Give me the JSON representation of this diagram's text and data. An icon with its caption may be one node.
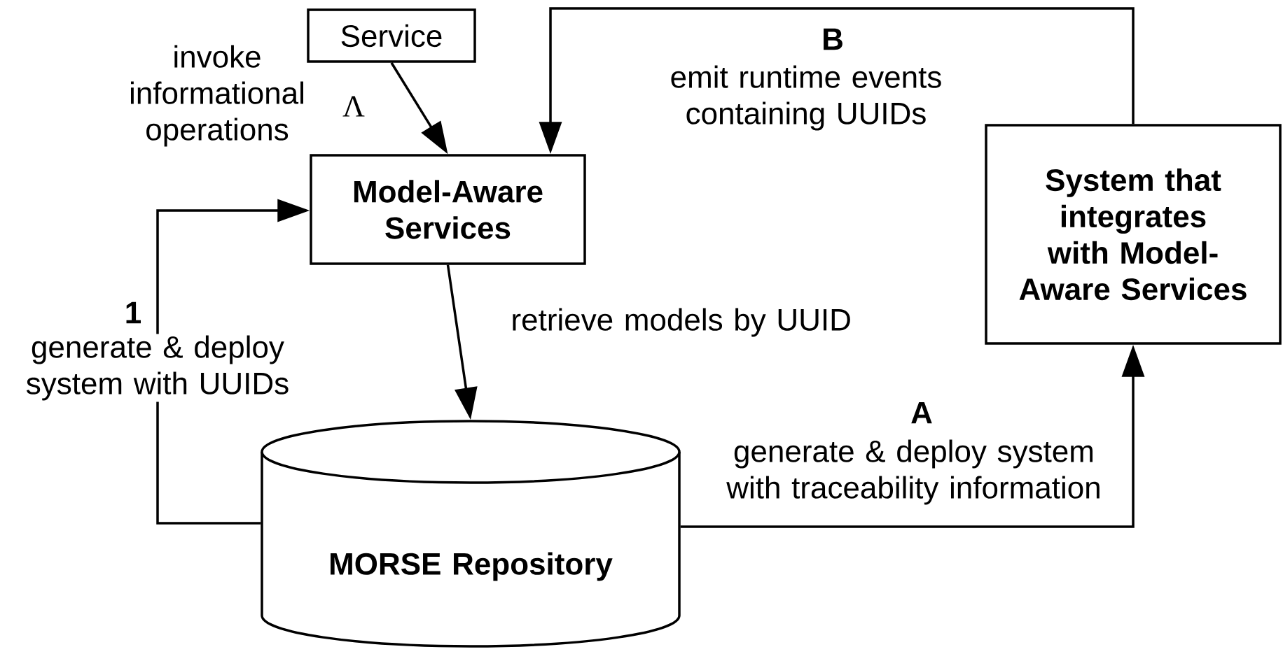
{
  "diagram": {
    "nodes": [
      {
        "text": [
          "Service"
        ]
      },
      {
        "text": [
          "Model-Aware Services"
        ]
      },
      {
        "text": [
          "System that integrates with Model-Aware Services"
        ]
      },
      {
        "text": [
          "MORSE Repository"
        ]
      }
    ],
    "edges": [
      {
        "from": 0,
        "to": 1,
        "arrow": "to",
        "label": "invoke informational operations"
      },
      {
        "from": 3,
        "to": 1,
        "arrow": "to",
        "label": "generate & deploy system with UUIDs"
      },
      {
        "from": 1,
        "to": 3,
        "arrow": "to",
        "label": "retrieve models by UUID"
      },
      {
        "from": 3,
        "to": 2,
        "arrow": "to",
        "label": "generate & deploy system with traceability information"
      },
      {
        "from": 2,
        "to": 1,
        "arrow": "to",
        "label": "emit runtime events containing UUIDs"
      }
    ],
    "labels": [
      "Λ",
      "B",
      "1",
      "A"
    ]
  }
}
